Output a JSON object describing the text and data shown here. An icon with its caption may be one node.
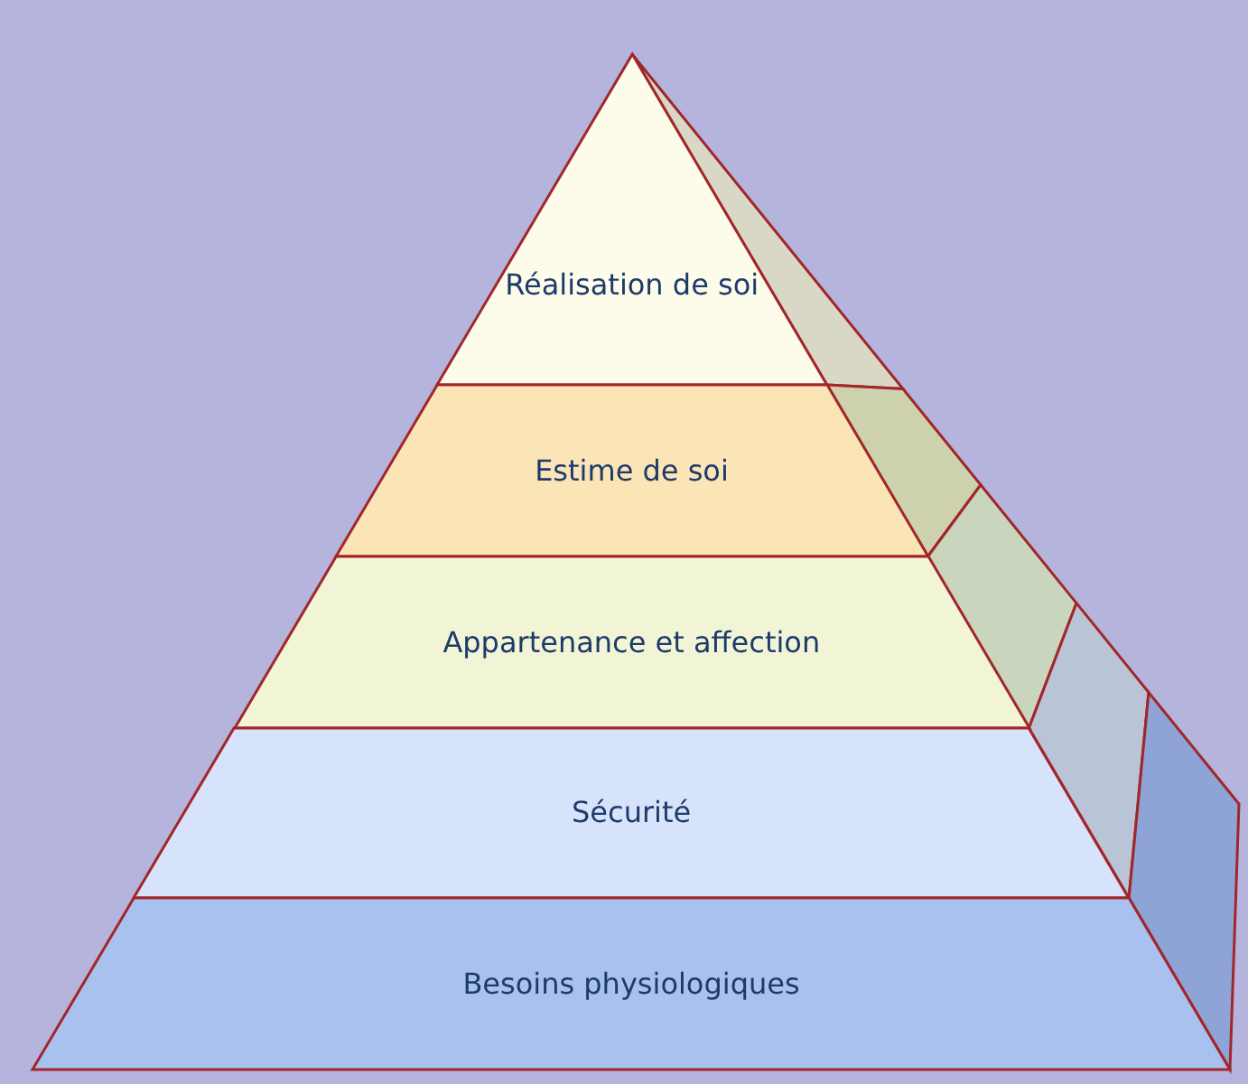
{
  "diagram": {
    "nodes": [
      {
        "text": [
          "Réalisation de soi"
        ]
      },
      {
        "text": [
          "Estime de soi"
        ]
      },
      {
        "text": [
          "Appartenance et affection"
        ]
      },
      {
        "text": [
          "Sécurité"
        ]
      },
      {
        "text": [
          "Besoins physiologiques"
        ]
      }
    ]
  }
}
